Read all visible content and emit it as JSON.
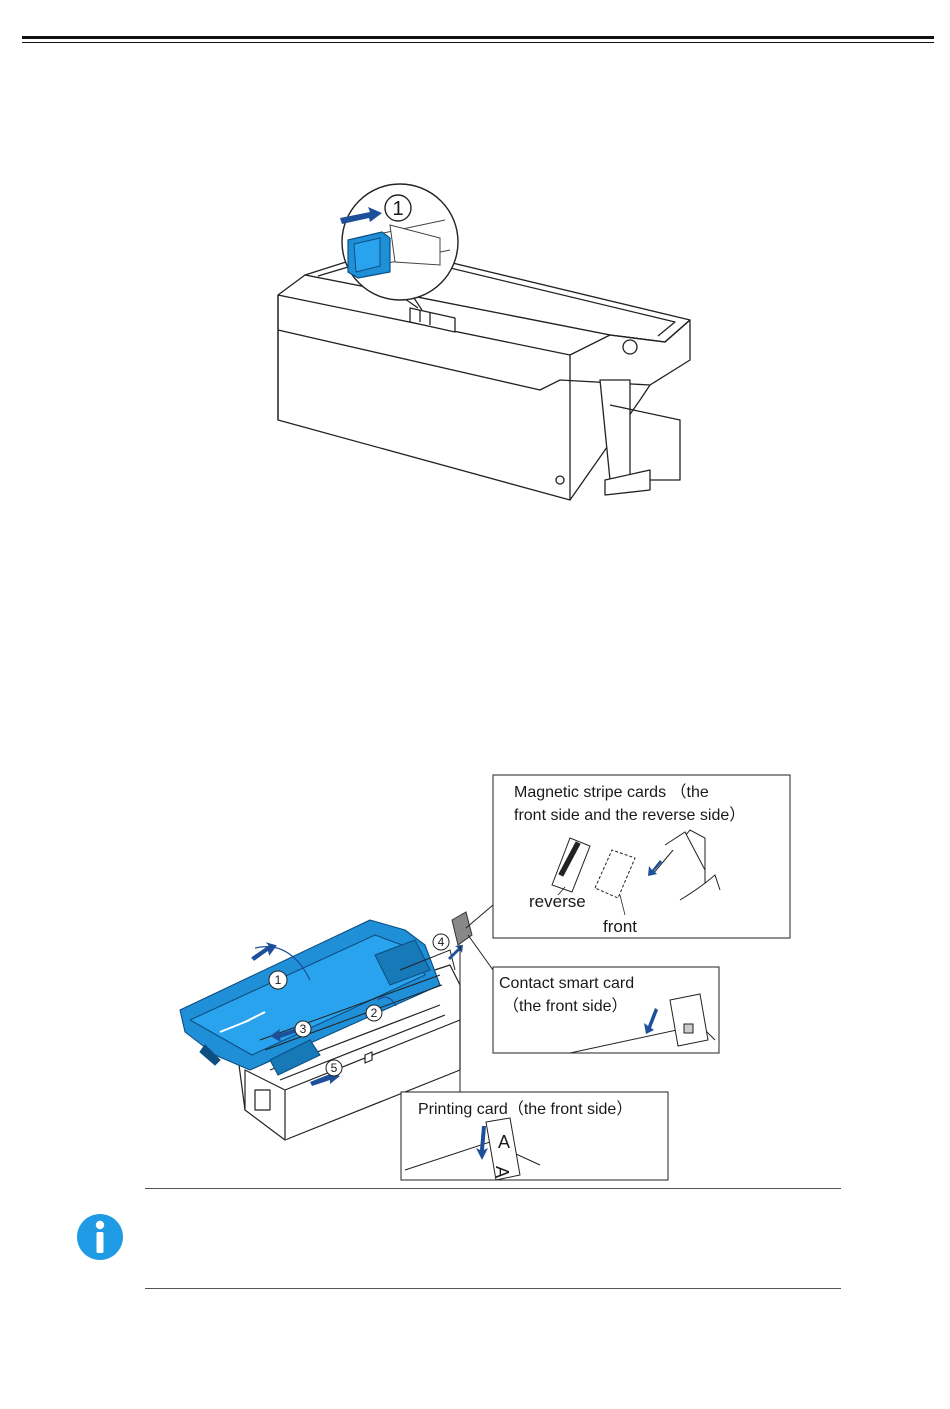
{
  "figure_top": {
    "step_number": "1"
  },
  "figure_bottom": {
    "steps": [
      "1",
      "2",
      "3",
      "4",
      "5"
    ],
    "callout_magnetic": {
      "title_line1": "Magnetic stripe cards （the",
      "title_line2": "front side and the reverse side）",
      "label_reverse": "reverse",
      "label_front": "front"
    },
    "callout_smart": {
      "title_line1": "Contact smart card",
      "title_line2": "（the front side）"
    },
    "callout_printing": {
      "title": "Printing card（the front side）",
      "card_letter": "A"
    }
  },
  "colors": {
    "accent_blue": "#1f8fd8",
    "arrow_blue": "#1d4f9a",
    "info_blue": "#1e9be4"
  },
  "icons": {
    "note": "info-icon"
  }
}
